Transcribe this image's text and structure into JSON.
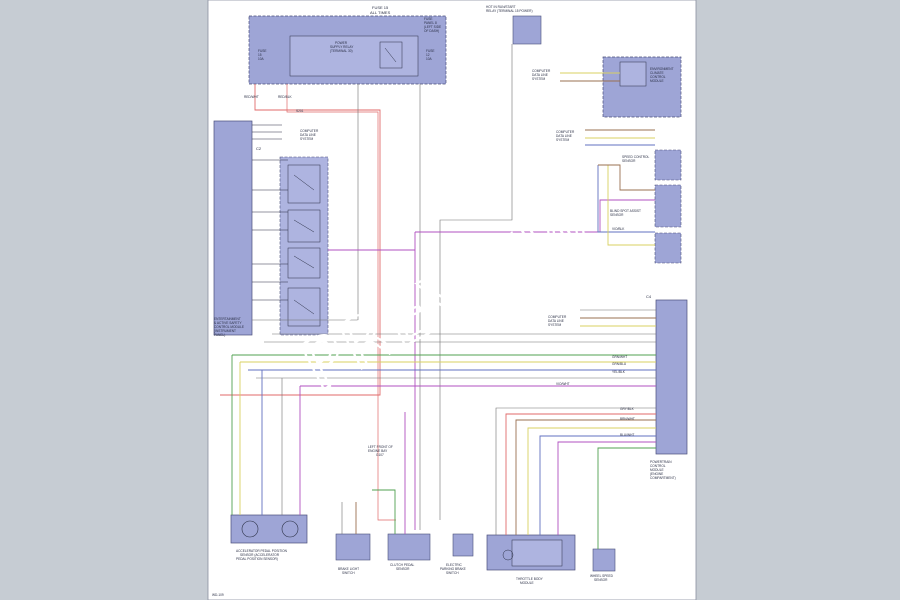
{
  "watermark": "PREVIEW",
  "page_number": "WD-109",
  "colors": {
    "background": "#c6ccd3",
    "sheet": "#ffffff",
    "module_fill": "#9ea5d6",
    "module_stroke": "#4a4f7a",
    "wire_red": "#e06a6a",
    "wire_purple": "#b050c0",
    "wire_green": "#50a050",
    "wire_yellow": "#d8d060",
    "wire_brown": "#9a7050",
    "wire_gray": "#707070",
    "wire_blue": "#6070c0"
  },
  "components": {
    "fuse_panel": {
      "line1": "FUSE 15",
      "line2": "ALL TIMES",
      "line3": "FUSE",
      "line4": "PANEL 8",
      "line5": "(LEFT SIDE",
      "line6": "OF DASH)"
    },
    "left_module": {
      "line1": "ENTERTAINMENT",
      "line2": "& ACTIVE SAFETY",
      "line3": "CONTROL MODULE",
      "line4": "(INSTRUMENT",
      "line5": "PANEL)"
    },
    "top_right_switch": {
      "line1": "HOT IN RUN/START",
      "line2": "RELAY (TERMINAL 15 POWER)"
    },
    "top_right_module": {
      "line1": "ENVIRONMENT",
      "line2": "CLIMATE",
      "line3": "CONTROL",
      "line4": "MODULE"
    },
    "right_sensor_1": {
      "line1": "SPEED CONTROL",
      "line2": "SENSOR"
    },
    "right_sensor_2": {
      "line1": "BLIND SPOT ASSIST",
      "line2": "SENSOR"
    },
    "right_big_module": {
      "line1": "POWERTRAIN",
      "line2": "CONTROL",
      "line3": "MODULE",
      "line4": "(ENGINE",
      "line5": "COMPARTMENT)"
    },
    "bottom_left_sensor": {
      "line1": "ACCELERATOR PEDAL POSITION",
      "line2": "SENSOR (ACCELERATOR",
      "line3": "PEDAL POSITION SENSOR)"
    },
    "bottom_box_1": {
      "line1": "BRAKE LIGHT",
      "line2": "SWITCH"
    },
    "bottom_box_2": {
      "line1": "CLUTCH PEDAL",
      "line2": "SENSOR"
    },
    "bottom_box_3": {
      "line1": "ELECTRIC",
      "line2": "PARKING BRAKE",
      "line3": "SWITCH"
    },
    "bottom_throttle": {
      "line1": "THROTTLE BODY",
      "line2": "MODULE"
    },
    "bottom_right_sensor": {
      "line1": "WHEEL SPEED",
      "line2": "SENSOR"
    }
  },
  "labels": {
    "comp_data_1": {
      "line1": "COMPUTER",
      "line2": "DATA LINE",
      "line3": "SYSTEM"
    },
    "comp_data_2": {
      "line1": "COMPUTER",
      "line2": "DATA LINE",
      "line3": "SYSTEM"
    },
    "comp_data_3": {
      "line1": "COMPUTER",
      "line2": "DATA LINE",
      "line3": "SYSTEM"
    },
    "comp_data_4": {
      "line1": "COMPUTER",
      "line2": "DATA LINE",
      "line3": "SYSTEM"
    },
    "fuse_mini": {
      "line1": "FUSE",
      "line2": "15",
      "line3": "10A"
    },
    "fuse_mini_2": {
      "line1": "FUSE",
      "line2": "12",
      "line3": "10A"
    },
    "relay_box": {
      "line1": "POWER",
      "line2": "SUPPLY RELAY",
      "line3": "(TERMINAL 30)"
    },
    "connector_c2": "C2",
    "connector_c4": "C4",
    "ground_ref": {
      "line1": "LEFT FRONT OF",
      "line2": "ENGINE BAY",
      "line3": "G107"
    },
    "splice": "S201"
  },
  "wire_codes": {
    "red_left": "RED/WHT",
    "red_right": "RED/BLK",
    "green_pair_1": "GRN/WHT",
    "green_pair_2": "GRN/BLU",
    "purple_left": "VIO/WHT",
    "purple_right": "VIO/BLK",
    "yellow": "YEL/BLK",
    "brown": "BRN/WHT",
    "gray": "GRY/BLK",
    "blue": "BLU/WHT"
  }
}
